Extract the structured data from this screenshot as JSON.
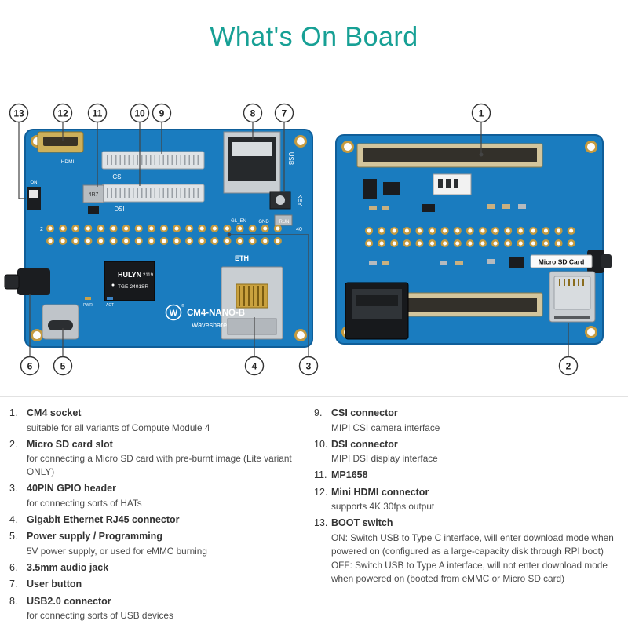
{
  "title": "What's On Board",
  "callouts": {
    "c1": "1",
    "c2": "2",
    "c3": "3",
    "c4": "4",
    "c5": "5",
    "c6": "6",
    "c7": "7",
    "c8": "8",
    "c9": "9",
    "c10": "10",
    "c11": "11",
    "c12": "12",
    "c13": "13"
  },
  "board_front": {
    "silk": {
      "hdmi": "HDMI",
      "on": "ON",
      "csi": "CSI",
      "dsi": "DSI",
      "inductor": "4R7",
      "usb": "USB",
      "key": "KEY",
      "pin2": "2",
      "pin40": "40",
      "gl_en": "GL_EN",
      "gnd": "GND",
      "run": "RUN",
      "eth": "ETH",
      "chip_name": "HULYN",
      "chip_code": "2119",
      "chip_model": "TGE-2401SR",
      "pwr": "PWR",
      "act": "ACT",
      "logo_letter": "W",
      "reg_mark": "®",
      "model": "CM4-NANO-B",
      "brand": "Waveshare"
    }
  },
  "board_back": {
    "sd_label": "Micro SD Card"
  },
  "legend": {
    "left": [
      {
        "num": "1.",
        "title": "CM4 socket",
        "desc": [
          "suitable for all variants of Compute Module 4"
        ]
      },
      {
        "num": "2.",
        "title": "Micro SD card slot",
        "desc": [
          "for connecting a Micro SD card with pre-burnt image (Lite variant ONLY)"
        ]
      },
      {
        "num": "3.",
        "title": "40PIN GPIO header",
        "desc": [
          "for connecting sorts of HATs"
        ]
      },
      {
        "num": "4.",
        "title": "Gigabit Ethernet RJ45 connector",
        "desc": []
      },
      {
        "num": "5.",
        "title": "Power supply / Programming",
        "desc": [
          "5V power supply, or used for eMMC burning"
        ]
      },
      {
        "num": "6.",
        "title": "3.5mm audio jack",
        "desc": []
      },
      {
        "num": "7.",
        "title": "User button",
        "desc": []
      },
      {
        "num": "8.",
        "title": "USB2.0 connector",
        "desc": [
          "for connecting sorts of USB devices"
        ]
      }
    ],
    "right": [
      {
        "num": "9.",
        "title": "CSI connector",
        "desc": [
          "MIPI CSI camera interface"
        ]
      },
      {
        "num": "10.",
        "title": "DSI connector",
        "desc": [
          "MIPI DSI display interface"
        ]
      },
      {
        "num": "11.",
        "title": "MP1658",
        "desc": []
      },
      {
        "num": "12.",
        "title": "Mini HDMI connector",
        "desc": [
          "supports 4K 30fps output"
        ]
      },
      {
        "num": "13.",
        "title": "BOOT switch",
        "desc": [
          "ON: Switch USB to Type C interface, will enter download mode when powered on (configured as a large-capacity disk through RPI boot)",
          "OFF: Switch USB to Type A interface, will not enter download mode when powered on (booted from eMMC or Micro SD card)"
        ]
      }
    ]
  }
}
